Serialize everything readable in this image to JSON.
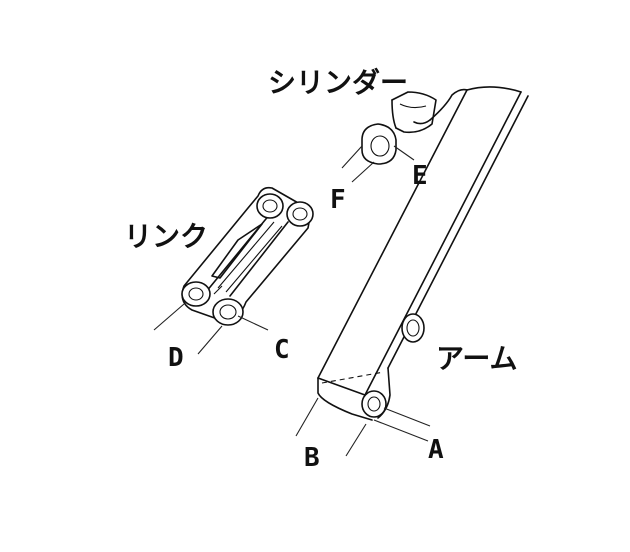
{
  "labels": {
    "cylinder": "シリンダー",
    "link": "リンク",
    "arm": "アーム",
    "A": "A",
    "B": "B",
    "C": "C",
    "D": "D",
    "E": "E",
    "F": "F"
  }
}
